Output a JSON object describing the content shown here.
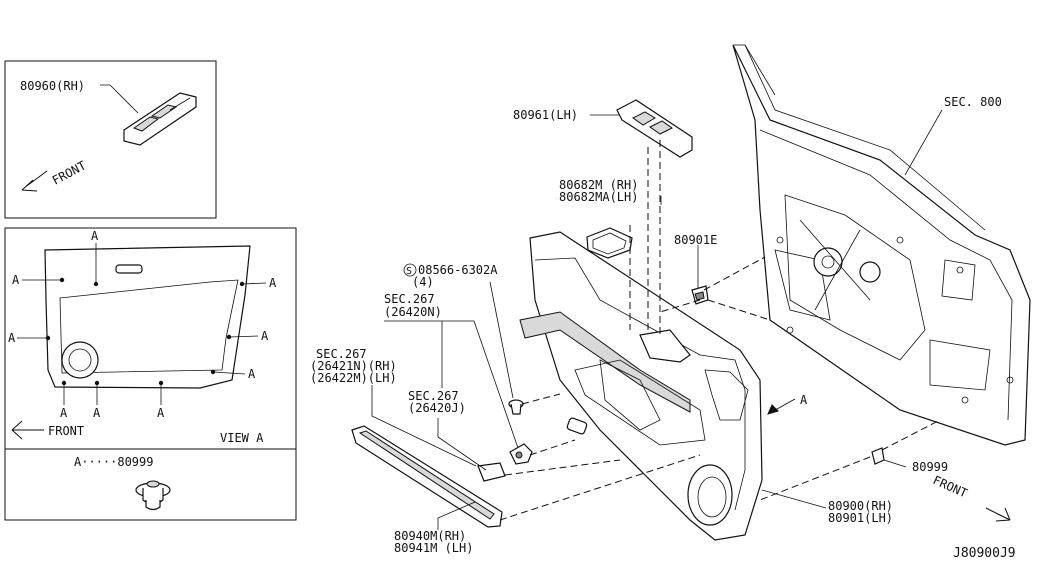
{
  "labels": {
    "p80960_rh": "80960(RH)",
    "front_inset": "FRONT",
    "view_a_front": "FRONT",
    "view_a_title": "VIEW A",
    "clip_legend": "A·····80999",
    "marker_a": "A",
    "p80961_lh": "80961(LH)",
    "p80682m_rh": "80682M (RH)",
    "p80682ma_lh": "80682MA(LH)",
    "p80901e": "80901E",
    "screw_part": "08566-6302A",
    "screw_qty": "(4)",
    "screw_symbol": "S",
    "sec267_a": "SEC.267",
    "p26420n": "(26420N)",
    "sec267_b": "SEC.267",
    "p26421n_rh": "(26421N)(RH)",
    "p26422m_lh": "(26422M)(LH)",
    "sec267_c": "SEC.267",
    "p26420j": "(26420J)",
    "sec800": "SEC. 800",
    "view_arrow_a": "A",
    "p80999": "80999",
    "p80900_rh": "80900(RH)",
    "p80901_lh": "80901(LH)",
    "front_main": "FRONT",
    "p80940m_rh": "80940M(RH)",
    "p80941m_lh": "80941M (LH)",
    "diagram_code": "J80900J9"
  }
}
